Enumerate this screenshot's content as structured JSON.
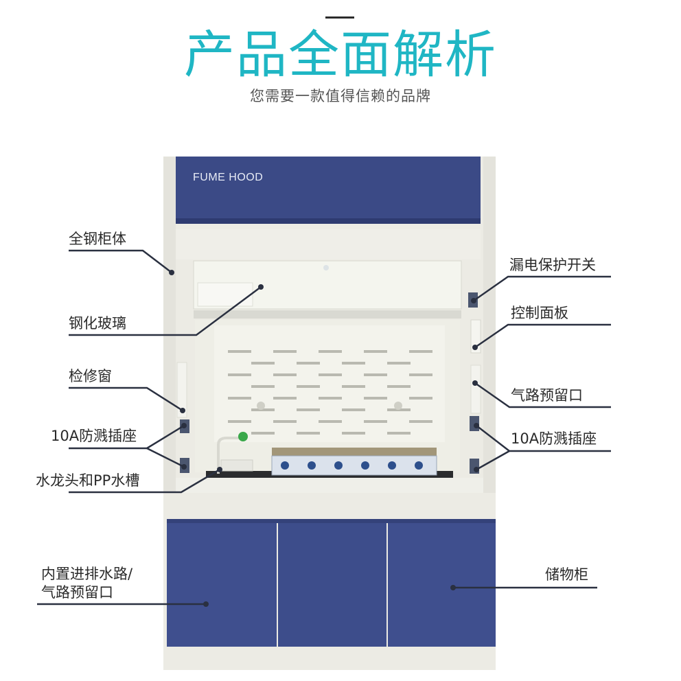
{
  "header": {
    "title": "产品全面解析",
    "subtitle": "您需要一款值得信赖的品牌"
  },
  "product": {
    "brand_panel_text": "FUME HOOD"
  },
  "labels": {
    "steel_body": "全钢柜体",
    "tempered_glass": "钢化玻璃",
    "service_window": "检修窗",
    "socket_left": "10A防溅插座",
    "faucet_sink": "水龙头和PP水槽",
    "plumbing_line1": "内置进排水路/",
    "plumbing_line2": "气路预留口",
    "leakage_switch": "漏电保护开关",
    "control_panel": "控制面板",
    "gas_port": "气路预留口",
    "socket_right": "10A防溅插座",
    "storage_cabinet": "储物柜"
  },
  "colors": {
    "accent": "#1fb6c4",
    "panel_navy": "#3b4a86",
    "cabinet_body": "#ecebe4",
    "line": "#2a3040"
  }
}
